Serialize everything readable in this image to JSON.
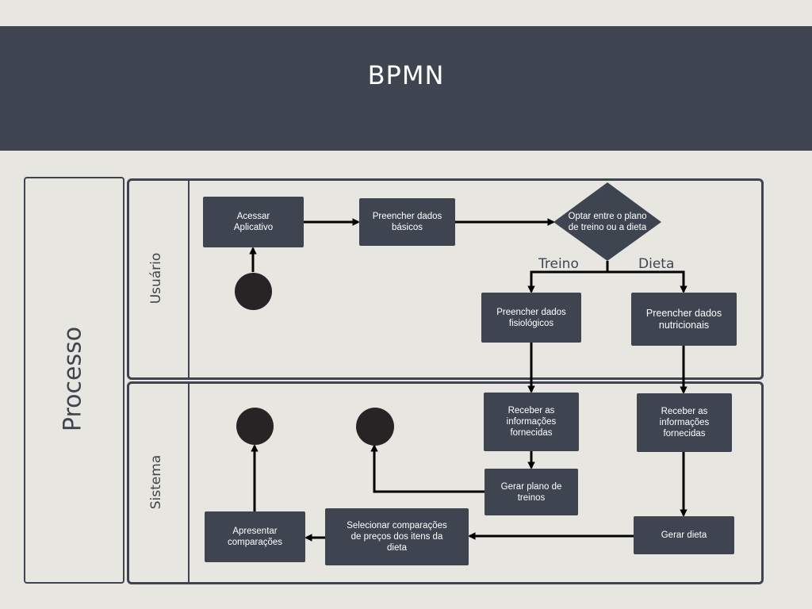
{
  "header": {
    "title": "BPMN"
  },
  "pool": {
    "label": "Processo"
  },
  "lanes": {
    "user": "Usuário",
    "system": "Sistema"
  },
  "tasks": {
    "access_app": "Acessar Aplicativo",
    "fill_basic": "Preencher dados básicos",
    "fill_physio": "Preencher dados fisiológicos",
    "fill_nutri": "Preencher dados nutricionais",
    "receive_training": "Receber as informações fornecidas",
    "receive_diet": "Receber as informações fornecidas",
    "gen_training": "Gerar plano de treinos",
    "gen_diet": "Gerar dieta",
    "select_comparisons": "Selecionar comparações de preços dos itens da dieta",
    "present_comparisons": "Apresentar comparações"
  },
  "gateway": {
    "label": "Optar entre o plano de treino ou a dieta"
  },
  "edge_labels": {
    "training": "Treino",
    "diet": "Dieta"
  },
  "colors": {
    "header_bg": "#3f4550",
    "task_bg": "#3f4550",
    "event_fill": "#262424",
    "flow": "#000000",
    "page_bg": "#e8e6e0"
  }
}
